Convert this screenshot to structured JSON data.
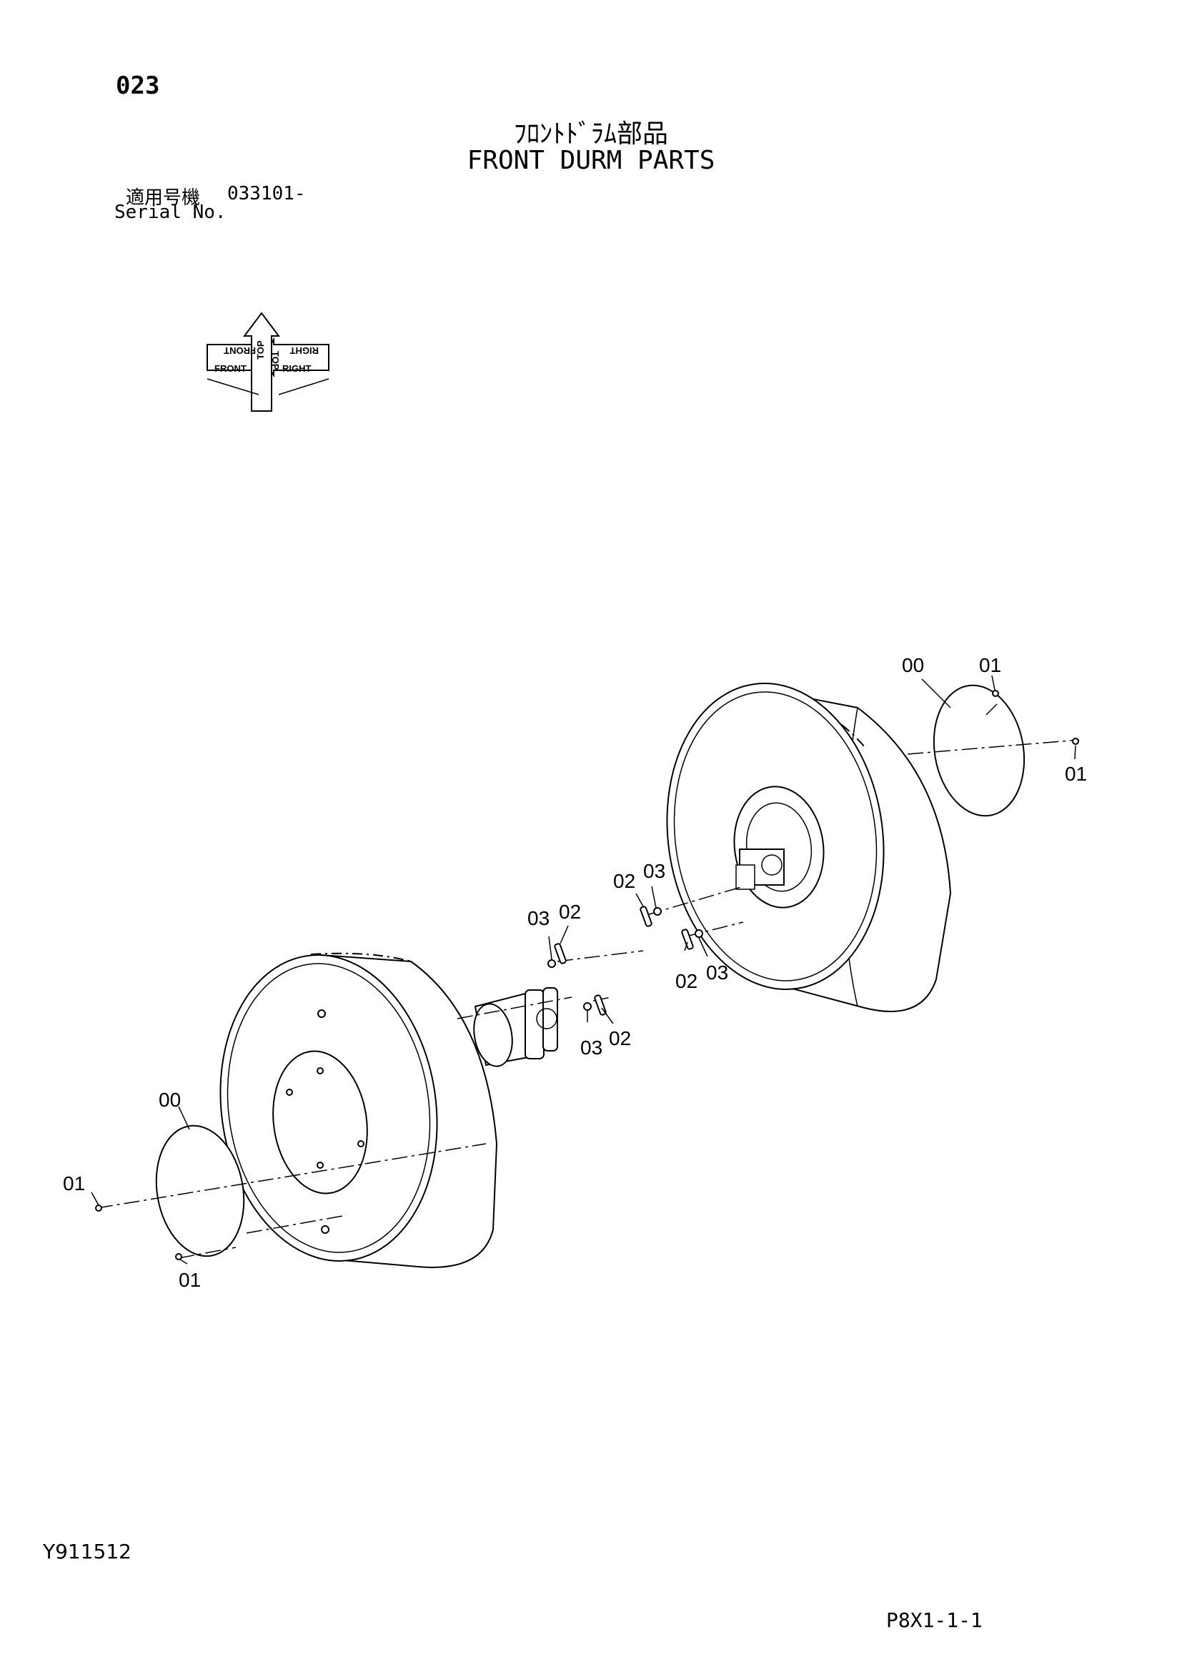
{
  "header": {
    "page_number": "023",
    "title_jp": "ﾌﾛﾝﾄﾄﾞﾗﾑ部品",
    "title_en": "FRONT DURM PARTS",
    "serial_label_jp": "適用号機",
    "serial_value": "033101-",
    "serial_label_en": "Serial No."
  },
  "orientation_indicator": {
    "front": "FRONT",
    "right": "RIGHT",
    "top": "TOP",
    "top2": "TOP",
    "front_mirror": "FRONT",
    "right_mirror": "RIGHT"
  },
  "callouts": {
    "right_drum_cover": "00",
    "right_cover_top_bolt": "01",
    "right_side_bolt": "01",
    "right_upper_bolt": "02",
    "right_upper_washer": "03",
    "right_lower_bolt": "02",
    "right_lower_washer": "03",
    "motor_upper_washer": "03",
    "motor_upper_bolt": "02",
    "motor_lower_washer": "03",
    "motor_lower_bolt": "02",
    "left_drum_cover": "00",
    "left_cover_bolt": "01",
    "left_bottom_bolt": "01"
  },
  "footer": {
    "drawing_code": "Y911512",
    "sheet_code": "P8X1-1-1"
  }
}
